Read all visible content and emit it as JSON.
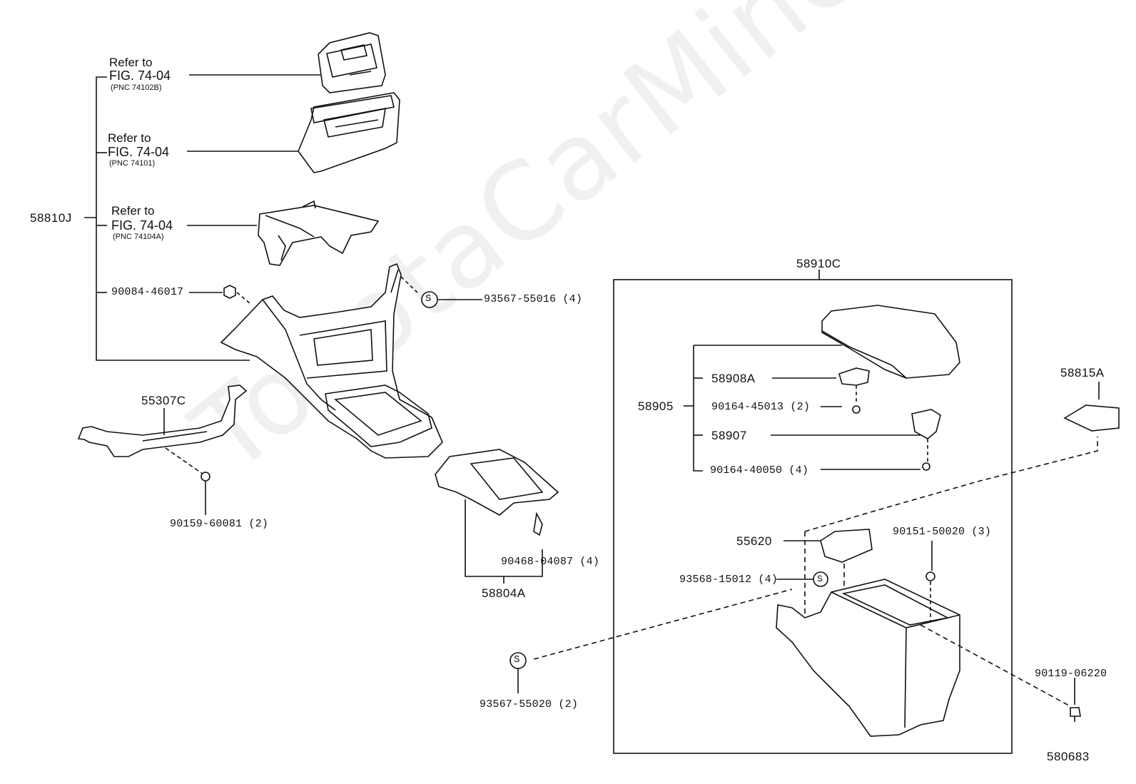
{
  "watermark": "ToyotaCarMine.ru",
  "refer_groups": [
    {
      "refer": "Refer to",
      "fig": "FIG. 74-04",
      "pnc": "(PNC 74102B)"
    },
    {
      "refer": "Refer to",
      "fig": "FIG. 74-04",
      "pnc": "(PNC 74101)"
    },
    {
      "refer": "Refer to",
      "fig": "FIG. 74-04",
      "pnc": "(PNC 74104A)"
    }
  ],
  "parts": {
    "p58810J": "58810J",
    "p90084": "90084-46017",
    "p93567_55016": "93567-55016 (4)",
    "p55307C": "55307C",
    "p90159": "90159-60081 (2)",
    "p90468": "90468-04087 (4)",
    "p58804A": "58804A",
    "p58910C": "58910C",
    "p58908A": "58908A",
    "p58905": "58905",
    "p90164_45013": "90164-45013 (2)",
    "p58907": "58907",
    "p90164_40050": "90164-40050 (4)",
    "p55620": "55620",
    "p90151": "90151-50020 (3)",
    "p93568": "93568-15012 (4)",
    "p93567_55020": "93567-55020 (2)",
    "p90119": "90119-06220",
    "p58815A": "58815A",
    "fig_no": "580683"
  },
  "s_symbol": "S"
}
